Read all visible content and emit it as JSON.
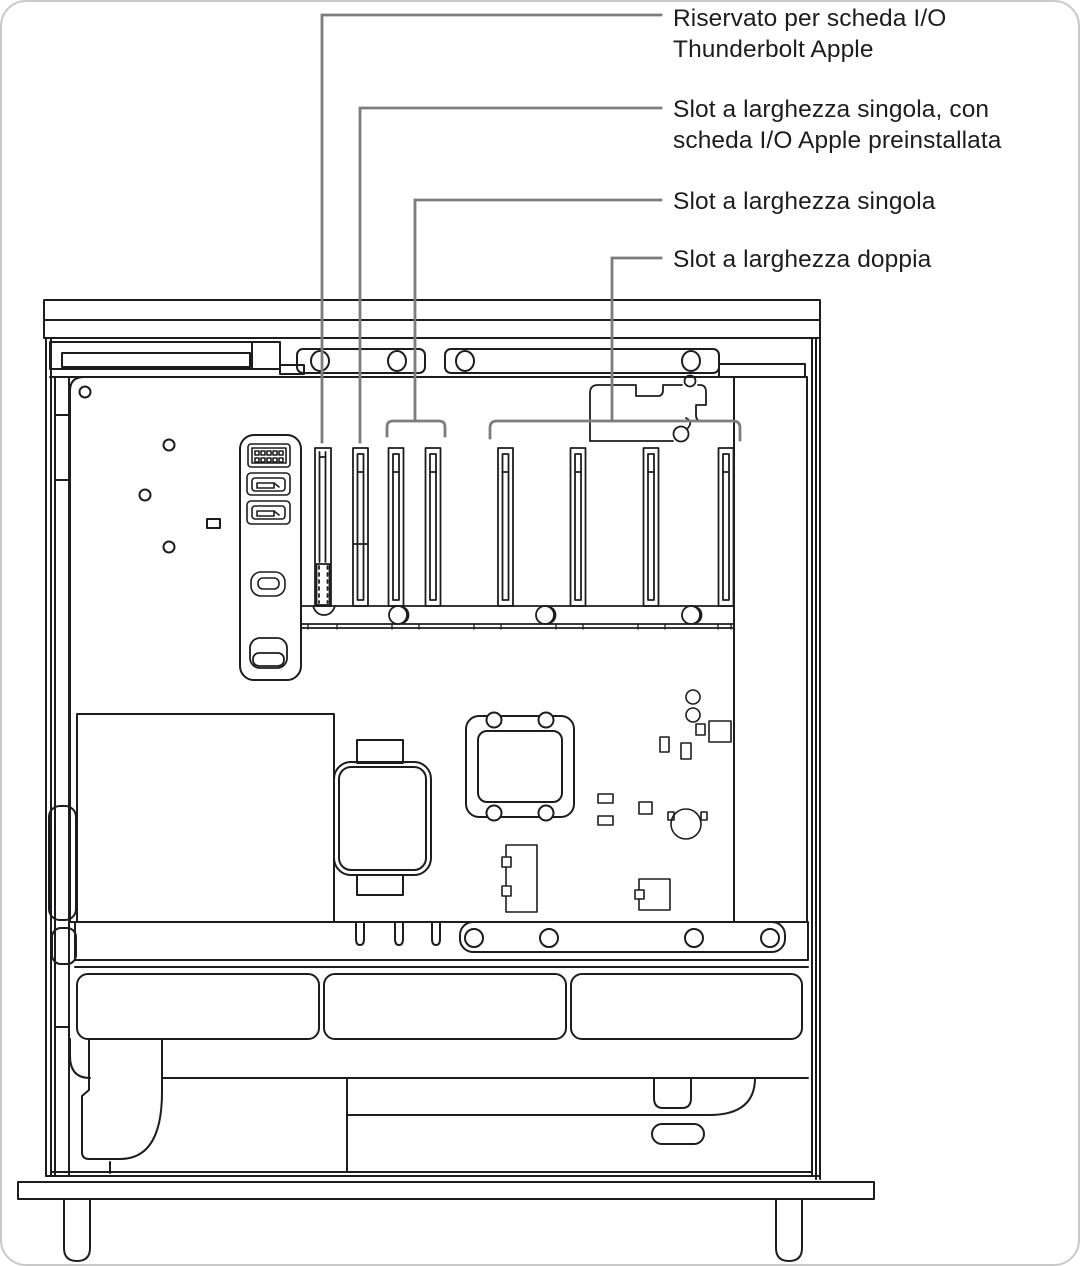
{
  "colors": {
    "outline": "#1d1d1f",
    "leader": "#7d7d7d",
    "text": "#1d1d1f",
    "background": "#ffffff"
  },
  "callouts": [
    {
      "id": "thunderbolt-io-reserved",
      "text": "Riservato per scheda I/O Thunderbolt Apple"
    },
    {
      "id": "single-wide-preinstalled",
      "text": "Slot a larghezza singola, con scheda I/O Apple preinstallata"
    },
    {
      "id": "single-wide",
      "text": "Slot a larghezza singola"
    },
    {
      "id": "double-wide",
      "text": "Slot a larghezza doppia"
    }
  ],
  "illustration": {
    "name": "mac-pro-side-open-line-drawing"
  }
}
